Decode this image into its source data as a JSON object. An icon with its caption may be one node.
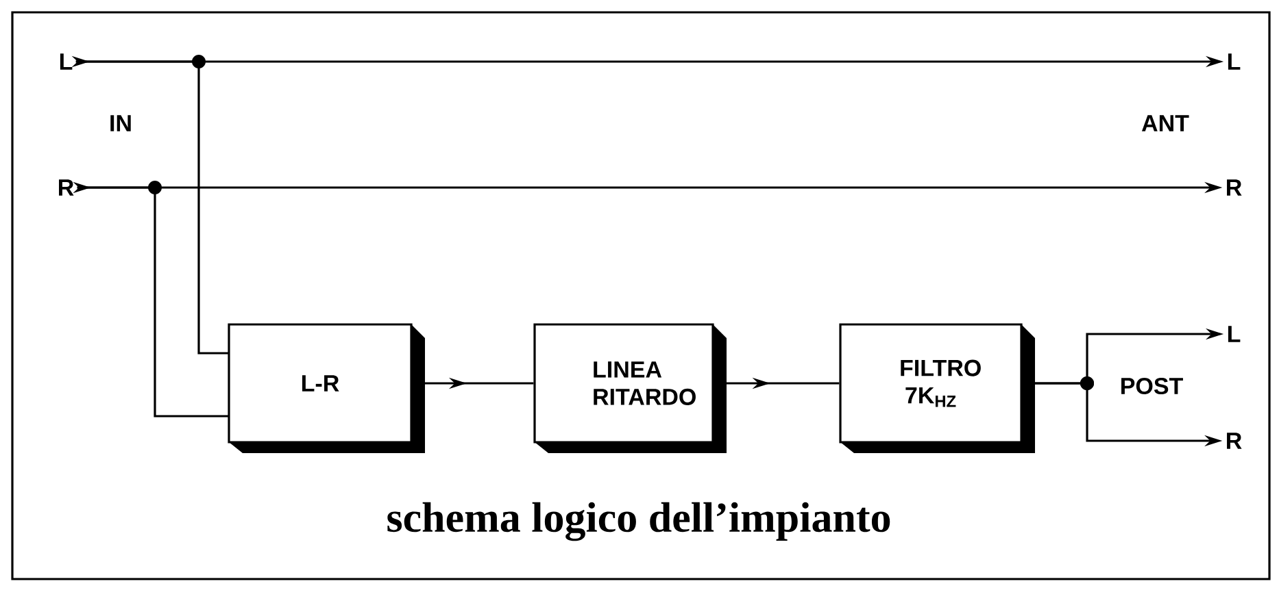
{
  "diagram": {
    "caption": "schema logico dell’impianto",
    "nodes": [
      {
        "text": [
          "L"
        ]
      },
      {
        "text": [
          "R"
        ]
      },
      {
        "text": [
          "L"
        ]
      },
      {
        "text": [
          "R"
        ]
      },
      {
        "text": [
          "L-R"
        ]
      },
      {
        "text": [
          "LINEA RITARDO"
        ]
      },
      {
        "text": [
          "FILTRO 7K$_{HZ}$"
        ]
      },
      {
        "text": [
          "L"
        ]
      },
      {
        "text": [
          "R"
        ]
      }
    ],
    "edges": [
      {
        "from": 0,
        "to": 2,
        "arrow": "to"
      },
      {
        "from": 0,
        "to": 4,
        "arrow": "none"
      },
      {
        "from": 1,
        "to": 3,
        "arrow": "to"
      },
      {
        "from": 1,
        "to": 4,
        "arrow": "none"
      },
      {
        "from": 4,
        "to": 5,
        "arrow": "to"
      },
      {
        "from": 5,
        "to": 6,
        "arrow": "to"
      },
      {
        "from": 6,
        "to": 7,
        "arrow": "to"
      },
      {
        "from": 6,
        "to": 8,
        "arrow": "to"
      }
    ],
    "labels": [
      "IN",
      "ANT",
      "POST"
    ]
  }
}
